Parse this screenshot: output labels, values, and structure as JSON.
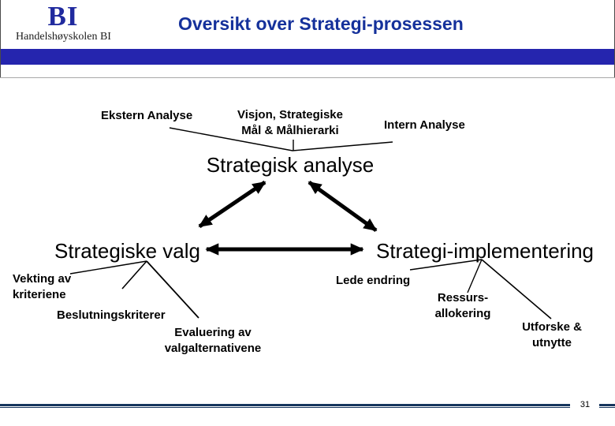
{
  "header": {
    "logo_mark": "BI",
    "logo_name": "Handelshøyskolen BI",
    "title": "Oversikt over Strategi-prosessen"
  },
  "diagram": {
    "node_analysis": "Strategisk analyse",
    "node_choice": "Strategiske valg",
    "node_implementation": "Strategi-implementering",
    "label_ekstern": "Ekstern Analyse",
    "label_visjon": "Visjon, Strategiske\nMål & Målhierarki",
    "label_intern": "Intern Analyse",
    "label_vekting": "Vekting av\nkriteriene",
    "label_beslutning": "Beslutningskriterer",
    "label_evaluering": "Evaluering av\nvalgalternativene",
    "label_lede": "Lede endring",
    "label_ressurs": "Ressurs-\nallokering",
    "label_utforske": "Utforske &\nutnytte"
  },
  "footer": {
    "page_number": "31"
  },
  "colors": {
    "title_blue": "#15319B",
    "bar_blue": "#2525AE",
    "logo_blue": "#202A9E",
    "footer_navy": "#17365D",
    "divider_gray": "#A8A8A8",
    "line_black": "#000000"
  }
}
